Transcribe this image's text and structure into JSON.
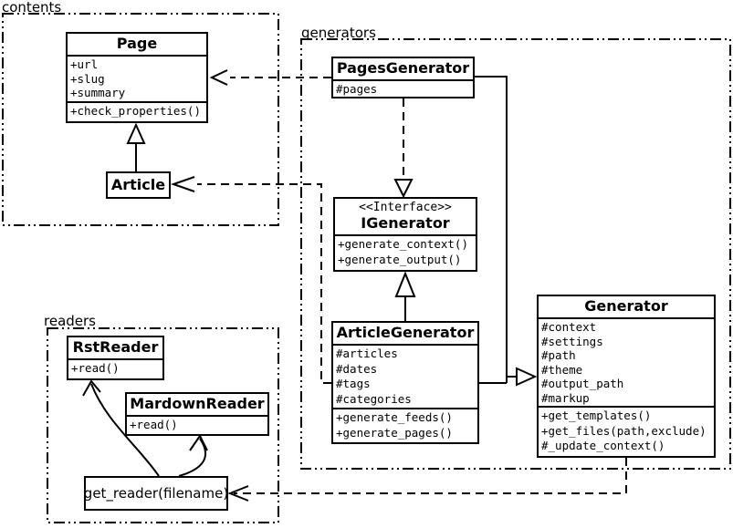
{
  "diagram": {
    "title": "UML class diagram",
    "colors": {
      "line": "#000000",
      "background": "#ffffff",
      "box_fill": "#ffffff"
    },
    "packages": {
      "contents": {
        "label": "contents"
      },
      "generators": {
        "label": "generators"
      },
      "readers": {
        "label": "readers"
      }
    },
    "classes": {
      "page": {
        "title": "Page",
        "attrs": [
          "+url",
          "+slug",
          "+summary"
        ],
        "methods": [
          "+check_properties()"
        ]
      },
      "article": {
        "title": "Article"
      },
      "pagesGenerator": {
        "title": "PagesGenerator",
        "attrs": [
          "#pages"
        ]
      },
      "iGenerator": {
        "stereotype": "<<Interface>>",
        "title": "IGenerator",
        "methods": [
          "+generate_context()",
          "+generate_output()"
        ]
      },
      "articleGenerator": {
        "title": "ArticleGenerator",
        "attrs": [
          "#articles",
          "#dates",
          "#tags",
          "#categories"
        ],
        "methods": [
          "+generate_feeds()",
          "+generate_pages()"
        ]
      },
      "generator": {
        "title": "Generator",
        "attrs": [
          "#context",
          "#settings",
          "#path",
          "#theme",
          "#output_path",
          "#markup"
        ],
        "methods": [
          "+get_templates()",
          "+get_files(path,exclude)",
          "#_update_context()"
        ]
      },
      "rstReader": {
        "title": "RstReader",
        "methods": [
          "+read()"
        ]
      },
      "mardownReader": {
        "title": "MardownReader",
        "methods": [
          "+read()"
        ]
      },
      "getReader": {
        "label": "get_reader(filename)"
      }
    },
    "relations": [
      "Article --|> Page",
      "PagesGenerator ..> Page",
      "ArticleGenerator ..> Article",
      "PagesGenerator ..|> IGenerator",
      "ArticleGenerator --|> IGenerator",
      "PagesGenerator --|> Generator",
      "ArticleGenerator --|> Generator",
      "Generator ..> get_reader(filename)",
      "get_reader -> RstReader",
      "get_reader -> MardownReader"
    ]
  }
}
